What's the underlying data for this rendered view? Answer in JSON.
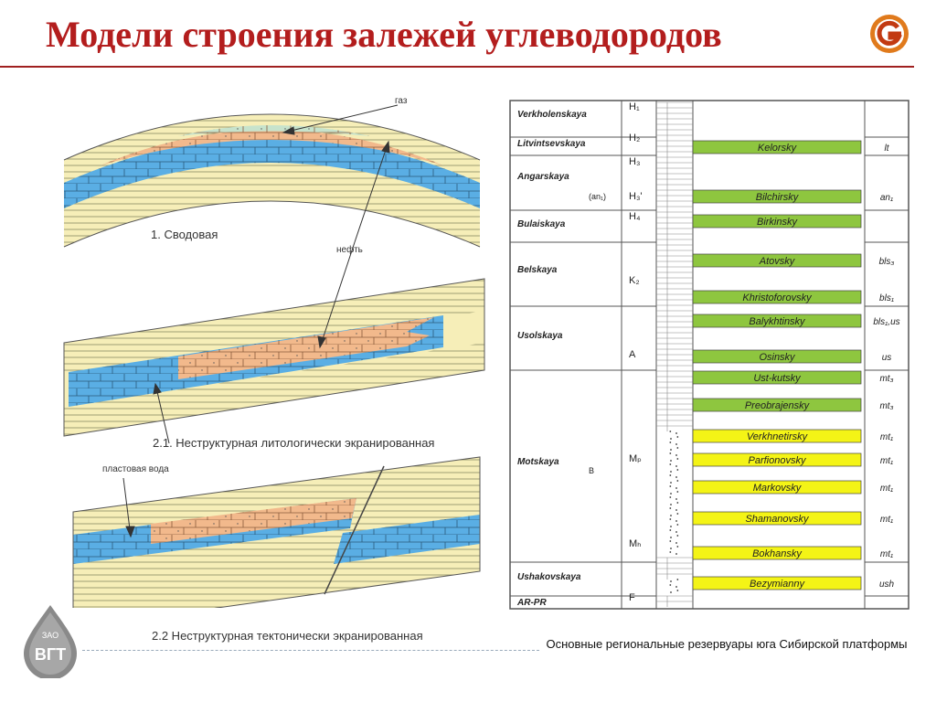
{
  "header": {
    "title": "Модели строения залежей углеводородов"
  },
  "left_diagram": {
    "labels": {
      "gas": "газ",
      "oil": "нефть",
      "water": "пластовая вода",
      "model_1": "1. Сводовая",
      "model_2_1": "2.1. Неструктурная литологически экранированная",
      "model_2_2": "2.2 Неструктурная тектонически экранированная"
    },
    "colors": {
      "background_strata": "#f6eeb8",
      "gas": "#c7e3cc",
      "oil": "#f2b98c",
      "water": "#5aaee4"
    }
  },
  "stratigraphy": {
    "rows": [
      {
        "formation": "Verkholenskaya",
        "index": "H₁",
        "reservoir": "",
        "code": ""
      },
      {
        "formation": "Litvintsevskaya",
        "index": "H₂",
        "reservoir": "Kelorsky",
        "code": "lt"
      },
      {
        "formation": "Angarskaya",
        "index": "H₃",
        "reservoir": "",
        "code": ""
      },
      {
        "formation": "(an₁)",
        "index": "H₃'",
        "reservoir": "Bilchirsky",
        "code": "an₁"
      },
      {
        "formation": "Bulaiskaya",
        "index": "H₄",
        "reservoir": "Birkinsky",
        "code": ""
      },
      {
        "formation": "Belskaya",
        "index": "",
        "reservoir": "Atovsky",
        "code": "bls₃"
      },
      {
        "formation": "",
        "index": "K₂",
        "reservoir": "Khristoforovsky",
        "code": "bls₁"
      },
      {
        "formation": "Usolskaya",
        "index": "",
        "reservoir": "Balykhtinsky",
        "code": "bls₁,us"
      },
      {
        "formation": "",
        "index": "A",
        "reservoir": "Osinsky",
        "code": "us"
      },
      {
        "formation": "Motskaya",
        "index": "",
        "reservoir": "Ust-kutsky",
        "code": "mt₃"
      },
      {
        "formation": "",
        "index": "",
        "reservoir": "Preobrajensky",
        "code": "mt₃"
      },
      {
        "formation": "",
        "index": "",
        "reservoir": "Verkhnetirsky",
        "code": "mt₁"
      },
      {
        "formation": "В",
        "index": "Mₚ",
        "reservoir": "Parfionovsky",
        "code": "mt₁"
      },
      {
        "formation": "",
        "index": "",
        "reservoir": "Markovsky",
        "code": "mt₁"
      },
      {
        "formation": "",
        "index": "",
        "reservoir": "Shamanovsky",
        "code": "mt₁"
      },
      {
        "formation": "",
        "index": "Mₕ",
        "reservoir": "Bokhansky",
        "code": "mt₁"
      },
      {
        "formation": "Ushakovskaya",
        "index": "",
        "reservoir": "Bezymianny",
        "code": "ush"
      },
      {
        "formation": "AR-PR",
        "index": "F",
        "reservoir": "",
        "code": ""
      }
    ],
    "colors": {
      "carbonate": "#8ec63f",
      "terrigenous": "#f4f416",
      "border": "#555555"
    }
  },
  "caption": "Основные региональные резервуары юга Сибирской платформы",
  "logo_text": {
    "top": "ЗАО",
    "bottom": "ВГТ"
  }
}
